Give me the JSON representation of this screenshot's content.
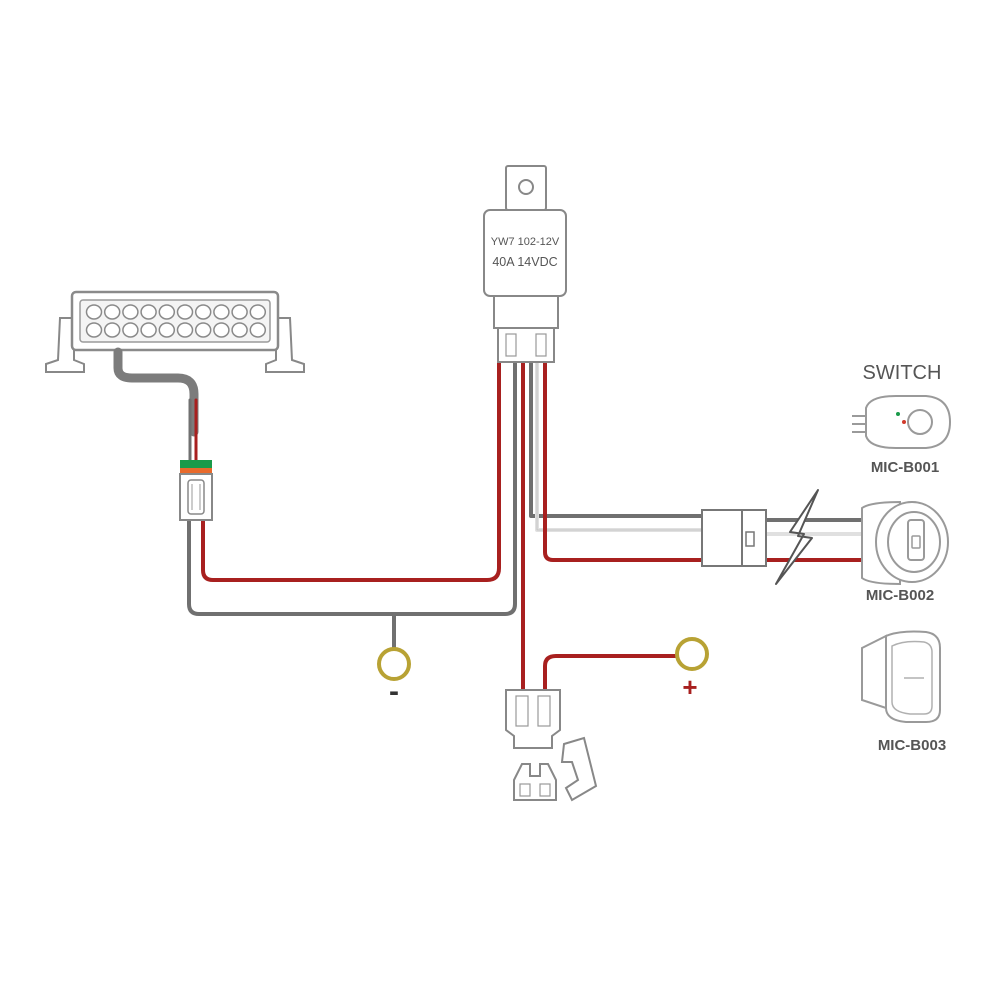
{
  "relay": {
    "line1": "YW7 102-12V",
    "line2": "40A  14VDC"
  },
  "switch_section": {
    "title": "SWITCH",
    "models": [
      "MIC-B001",
      "MIC-B002",
      "MIC-B003"
    ]
  },
  "terminals": {
    "ground_symbol": "-",
    "positive_symbol": "+"
  },
  "colors": {
    "wire_red": "#a8201f",
    "wire_gray": "#707070",
    "wire_white": "#e4e4e4",
    "ring_terminal": "#b8a234",
    "connector_green": "#1a9a4a",
    "connector_orange": "#e86a2c",
    "outline": "#888888"
  }
}
